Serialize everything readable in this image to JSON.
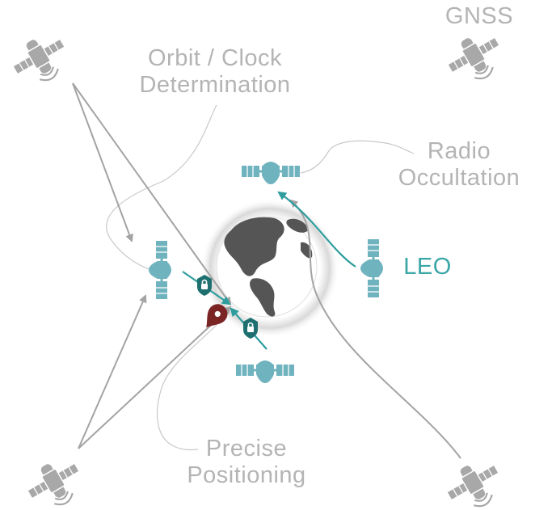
{
  "labels": {
    "gnss": "GNSS",
    "orbit_clock": [
      "Orbit / Clock",
      "Determination"
    ],
    "radio_occultation": [
      "Radio",
      "Occultation"
    ],
    "leo": "LEO",
    "precise_positioning": [
      "Precise",
      "Positioning"
    ]
  },
  "colors": {
    "gnss_satellite": "#a8a8a8",
    "leo_satellite": "#6fb3bf",
    "link_gray": "#a3a3a3",
    "link_teal": "#2f9d9d",
    "secure_badge": "#1e6f6f",
    "location_pin": "#7a2424",
    "ocean": "#ffffff",
    "land": "#555555",
    "label_gray": "#b4b4b4",
    "label_teal": "#3aa6a6"
  },
  "icons": {
    "gnss_satellite": "gnss-satellite-icon",
    "leo_satellite": "leo-satellite-icon",
    "earth": "earth-globe-icon",
    "lock": "lock-icon",
    "location_pin": "location-pin-icon"
  }
}
